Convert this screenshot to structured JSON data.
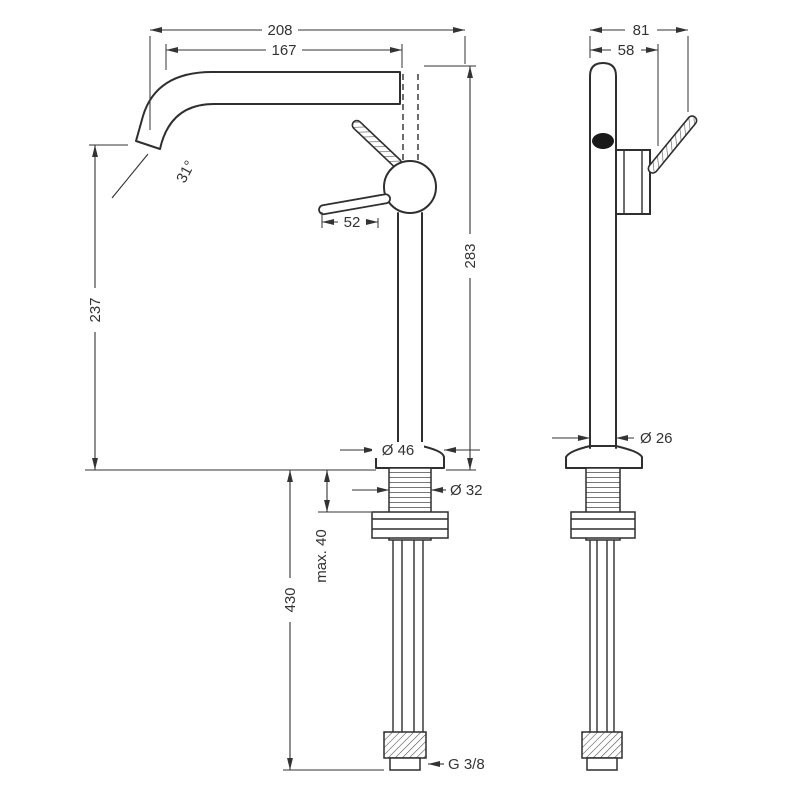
{
  "front": {
    "total_reach": "208",
    "spout_reach": "167",
    "spout_angle": "31°",
    "handle_length": "52",
    "height_outlet": "237",
    "height_total": "283",
    "base_dia": "Ø 46",
    "shank_dia": "Ø 32",
    "max_mount": "max. 40",
    "hose_length": "430",
    "connection": "G 3/8"
  },
  "side": {
    "total_depth": "81",
    "body_depth": "58",
    "column_dia": "Ø 26"
  },
  "colors": {
    "line": "#333333",
    "object": "#2f2f2f",
    "fill": "#ffffff",
    "outlet_dark": "#1a1a1a"
  }
}
